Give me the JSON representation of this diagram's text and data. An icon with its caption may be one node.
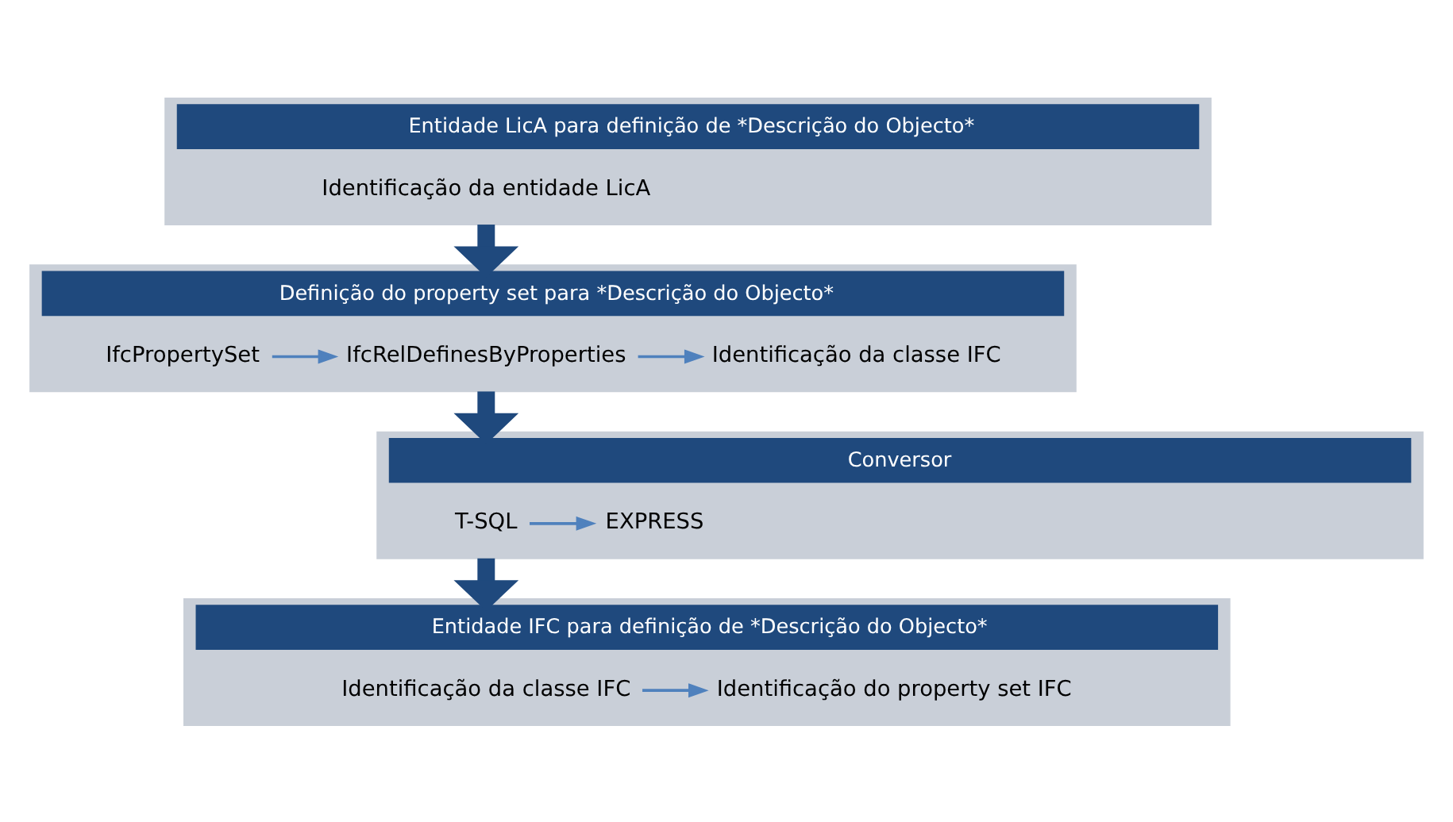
{
  "diagram": {
    "nodes": [
      {
        "text": [
          "Entidade LicA para definição de *Descrição do Objecto*"
        ]
      },
      {
        "text": [
          "Identificação da entidade LicA"
        ],
        "in": 0
      },
      {
        "text": [
          "Definição do property set para *Descrição do Objecto*"
        ]
      },
      {
        "text": [
          "IfcPropertySet"
        ],
        "in": 2
      },
      {
        "text": [
          "IfcRelDefinesByProperties"
        ],
        "in": 2
      },
      {
        "text": [
          "Identificação da classe IFC"
        ],
        "in": 2
      },
      {
        "text": [
          "Conversor"
        ]
      },
      {
        "text": [
          "T-SQL"
        ],
        "in": 6
      },
      {
        "text": [
          "EXPRESS"
        ],
        "in": 6
      },
      {
        "text": [
          "Entidade IFC para definição de *Descrição do Objecto*"
        ]
      },
      {
        "text": [
          "Identificação da classe IFC"
        ],
        "in": 9
      },
      {
        "text": [
          "Identificação do property set IFC"
        ],
        "in": 9
      }
    ],
    "edges": [
      {
        "from": 0,
        "to": 2,
        "arrow": "to",
        "style": "thick",
        "color": "#1f497d"
      },
      {
        "from": 3,
        "to": 4,
        "arrow": "to"
      },
      {
        "from": 4,
        "to": 5,
        "arrow": "to"
      },
      {
        "from": 2,
        "to": 6,
        "arrow": "to",
        "style": "thick",
        "color": "#1f497d"
      },
      {
        "from": 7,
        "to": 8,
        "arrow": "to"
      },
      {
        "from": 6,
        "to": 9,
        "arrow": "to",
        "style": "thick",
        "color": "#1f497d"
      },
      {
        "from": 10,
        "to": 11,
        "arrow": "to"
      }
    ]
  }
}
